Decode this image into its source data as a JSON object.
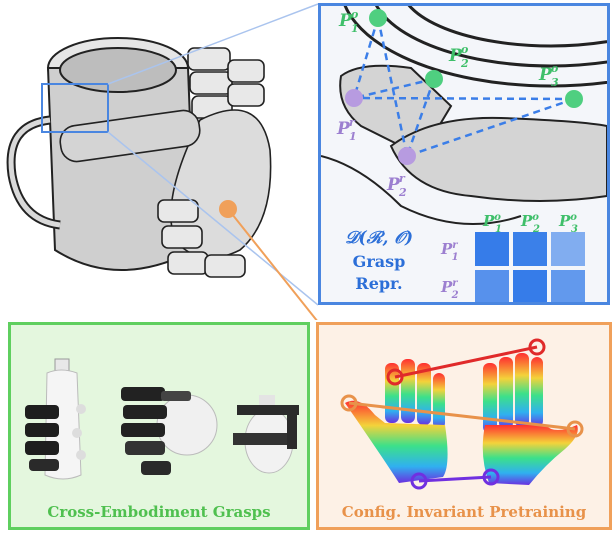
{
  "zoom_panel": {
    "object_points": [
      "P",
      "P",
      "P"
    ],
    "object_sup": [
      "o",
      "o",
      "o"
    ],
    "object_sub": [
      "1",
      "2",
      "3"
    ],
    "robot_points": [
      "P",
      "P"
    ],
    "robot_sup": [
      "r",
      "r"
    ],
    "robot_sub": [
      "1",
      "2"
    ],
    "repr_formula": "𝒟(ℛ, 𝒪)",
    "repr_line1": "Grasp",
    "repr_line2": "Repr.",
    "matrix_values": [
      [
        0.95,
        0.9,
        0.35
      ],
      [
        0.7,
        0.95,
        0.6
      ]
    ]
  },
  "green_panel": {
    "caption": "Cross-Embodiment Grasps"
  },
  "orange_panel": {
    "caption": "Config. Invariant Pretraining"
  },
  "colors": {
    "blue": "#4a86e0",
    "green": "#5fcf5f",
    "orange": "#f0a05a",
    "object_point": "#4fcf80",
    "robot_point": "#b79be0",
    "matrix_dark": "#2f78e8",
    "matrix_light": "#a9c8f5"
  }
}
